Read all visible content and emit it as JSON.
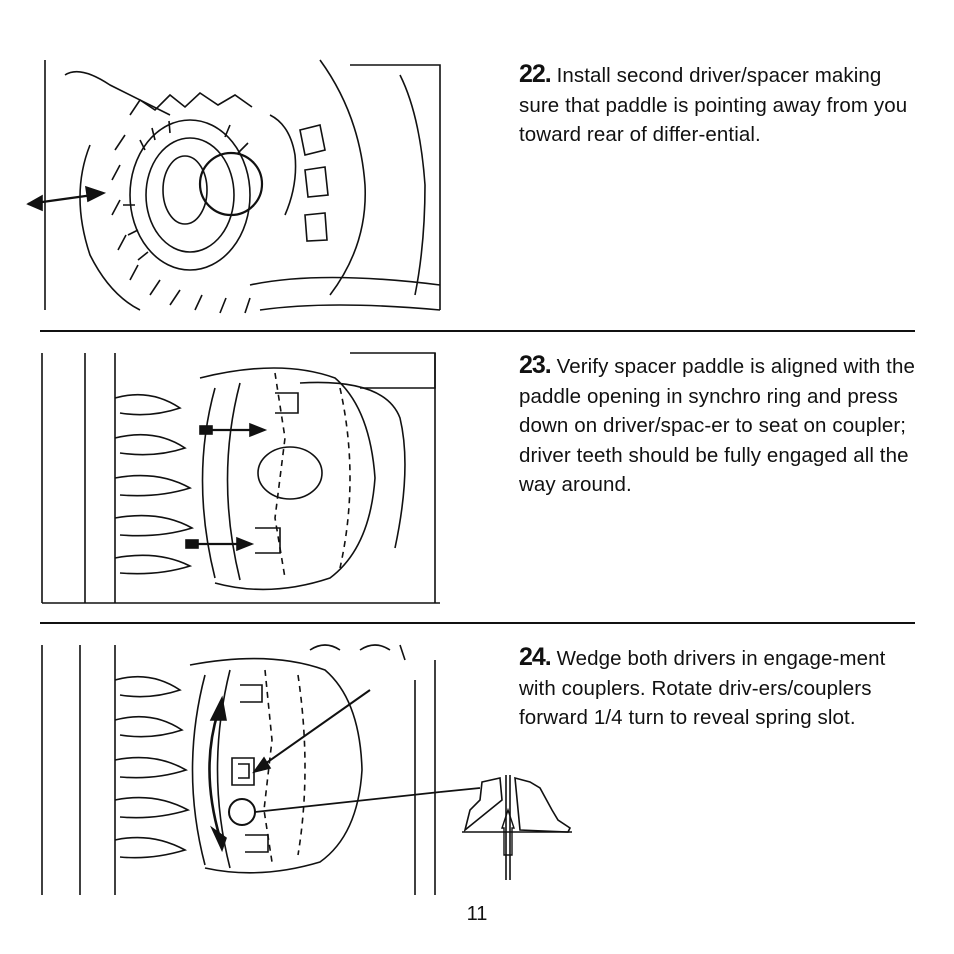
{
  "steps": [
    {
      "number": "22.",
      "text": "Install second driver/spacer making sure that paddle is pointing away from you toward rear of differ-ential."
    },
    {
      "number": "23.",
      "text": "Verify spacer paddle is aligned with the paddle opening in synchro ring and press down on driver/spac-er to seat on coupler; driver teeth should be fully engaged all the way around."
    },
    {
      "number": "24.",
      "text": "Wedge both drivers in engage-ment with couplers.  Rotate driv-ers/couplers forward 1/4 turn to reveal spring slot."
    }
  ],
  "page_number": "11"
}
